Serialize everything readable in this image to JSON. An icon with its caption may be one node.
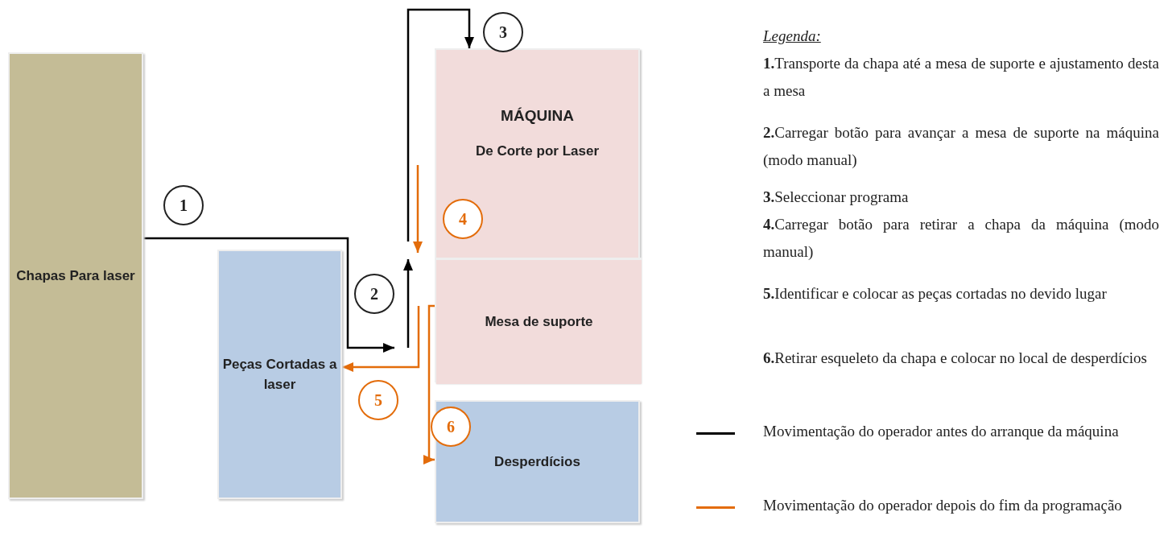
{
  "diagram": {
    "nodes": [
      {
        "text": [
          "Chapas Para laser"
        ]
      },
      {
        "text": [
          "Peças Cortadas a laser"
        ]
      },
      {
        "text": [
          "MÁQUINA",
          "De Corte por Laser"
        ]
      },
      {
        "text": [
          "Mesa de suporte"
        ],
        "in": 2
      },
      {
        "text": [
          "Desperdícios"
        ]
      },
      {
        "text": [
          "1"
        ]
      },
      {
        "text": [
          "2"
        ]
      },
      {
        "text": [
          "3"
        ]
      },
      {
        "text": [
          "4"
        ],
        "in": 2
      },
      {
        "text": [
          "5"
        ]
      },
      {
        "text": [
          "6"
        ]
      }
    ],
    "edges": [
      {
        "from": 0,
        "to": null,
        "arrow": "to"
      },
      {
        "from": null,
        "to": 2,
        "arrow": "to"
      },
      {
        "from": null,
        "to": 1,
        "arrow": "to",
        "color": "#e36c0a"
      },
      {
        "from": 3,
        "to": 4,
        "arrow": "to",
        "color": "#e36c0a"
      }
    ],
    "labels": [
      "Legenda:",
      "**1.**Transporte da chapa até a mesa de suporte e ajustamento desta a mesa",
      "**2.**Carregar botão para avançar a mesa de suporte na máquina (modo manual)",
      "**3.**Seleccionar programa",
      "**4.**Carregar botão para retirar a chapa da máquina (modo manual)",
      "**5.**Identificar e colocar as peças cortadas no devido lugar",
      "**6.**Retirar esqueleto da chapa e colocar no local de desperdícios"
    ],
    "legend": [
      {
        "text": "Movimentação do operador antes do arranque da máquina"
      },
      {
        "text": "Movimentação do operador depois do fim da programação"
      }
    ]
  }
}
